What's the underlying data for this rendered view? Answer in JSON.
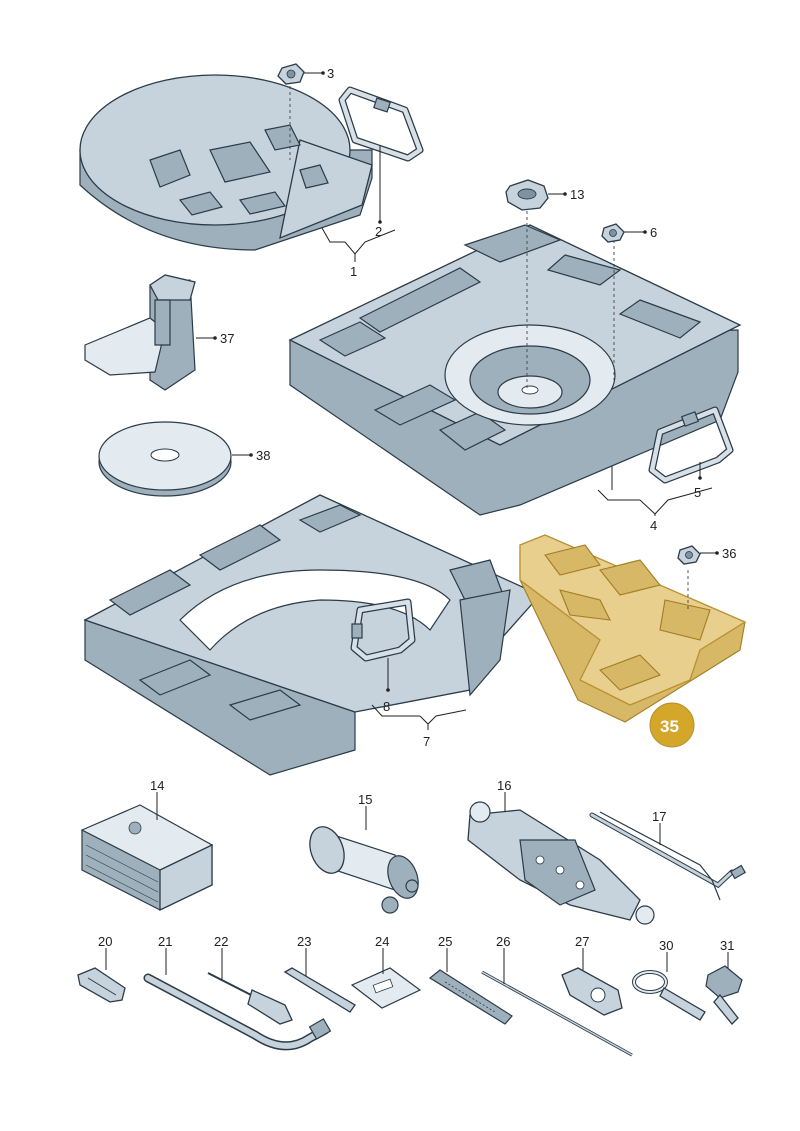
{
  "labels": {
    "p1": "1",
    "p2": "2",
    "p3": "3",
    "p4": "4",
    "p5": "5",
    "p6": "6",
    "p7": "7",
    "p8": "8",
    "p13": "13",
    "p14": "14",
    "p15": "15",
    "p16": "16",
    "p17": "17",
    "p20": "20",
    "p21": "21",
    "p22": "22",
    "p23": "23",
    "p24": "24",
    "p25": "25",
    "p26": "26",
    "p27": "27",
    "p30": "30",
    "p31": "31",
    "p35": "35",
    "p36": "36",
    "p37": "37",
    "p38": "38"
  },
  "highlight": {
    "part": "35",
    "fill_color": "#e8cf8e",
    "badge_color": "#d4a62a"
  }
}
